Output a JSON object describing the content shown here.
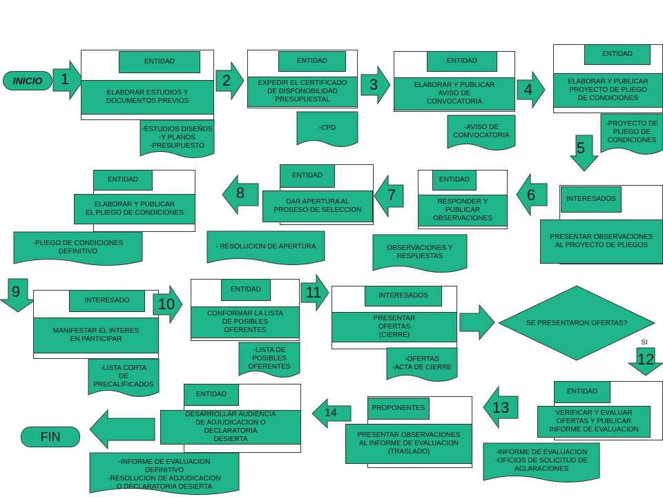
{
  "inicio": "INICIO",
  "fin": "FIN",
  "steps": [
    "1",
    "2",
    "3",
    "4",
    "5",
    "6",
    "7",
    "8",
    "9",
    "10",
    "11",
    "12",
    "13",
    "14"
  ],
  "s1": {
    "actor": "ENTIDAD",
    "action": "ELABORAR ESTUDIOS Y\nDOCUMENTOS PREVIOS",
    "doc": "-ESTUDIOS DISEÑOS\n-Y PLANOS\n-PRESUPUESTO"
  },
  "s2": {
    "actor": "ENTIDAD",
    "action": "EXPEDIR EL CERTIFICADO\nDE DISPONOBILIDAD\nPRESUPUESTAL",
    "doc": "-CPD"
  },
  "s3": {
    "actor": "ENTIDAD",
    "action": "ELABORAR Y PUBLICAR\nAVISO DE\nCONVOCATORIA",
    "doc": "-AVISO DE\nCOMVOCATORIA"
  },
  "s4": {
    "actor": "ENTIDAD",
    "action": "ELABORAR Y PUBLICAR\nPROYECTO  DE PLIEGO\nDE CONDICIONES",
    "doc": "-PROYECTO  DE\nPLIEGO DE\nCONDICIONES"
  },
  "s5": {
    "actor": "INTERESADOS",
    "action": "PRESENTAR OBSERVACIONES\nAL PROYECTO  DE PLIEGOS"
  },
  "s6": {
    "actor": "ENTIDAD",
    "action": "RESPONDER Y\nPUBLICAR\nOBSERVACIONES",
    "doc": "OBSERVACIONES Y\nRESPUESTAS"
  },
  "s7": {
    "actor": "ENTIDAD",
    "action": "DAR APERTURA AL\nPROSESO DE SELECCION",
    "doc": "- RESOLUCION DE APERTURA"
  },
  "s8": {
    "actor": "ENTIDAD",
    "action": "ELABORAR Y PUBLICAR\nEL PLIEGO DE CONDICIONES",
    "doc": "-PLIEGO DE CONDICIONES\nDEFINITIVO"
  },
  "s9": {
    "actor": "INTERESADO",
    "action": "MANIFESTAR EL INTERES\nEN PARTICIPAR",
    "doc": "-LISTA CORTA\nDE\nPRECALIFICADOS"
  },
  "s10": {
    "actor": "ENTIDAD",
    "action": "CONFORMAR  LA LISTA\nDE POSIBLES\nOFERENTES",
    "doc": "-LISTA DE\nPOSIBLES\nOFERENTES"
  },
  "s11": {
    "actor": "INTERESADOS",
    "action": "PRESENTAR\nOFERTAS\n(CIERRE)",
    "doc": "-OFERTAS\n-ACTA DE CIERRE"
  },
  "decision": {
    "question": "SE PRESENTARON OFERTAS?",
    "yes": "SI"
  },
  "s12": {
    "actor": "ENTIDAD",
    "action": "VERIFICAR Y EVALUAR\nOFERTAS Y PUBLICAR\nINFORME DE EVALUACION",
    "doc": "-INFORME DE EVALUACION\n-OFICIOS DE SOLICITUD DE\nACLARACIONES"
  },
  "s13": {
    "actor": "PROPONENTES",
    "action": "PRESENTAR OBSERVACIONES\nAL INFORME DE EVALUACION\n(TRASLADO)"
  },
  "s14": {
    "actor": "ENTIDAD",
    "action": "DESARROLLAR AUDIENCIA\nDE ADJUDICACION O\nDECLARATORIA\nDESIERTA",
    "doc": "-INFORME  DE EVALUACION\nDEFINITIVO\n-RESOLUCION DE ADJUDICACION\nO DECLARATORIA DESIERTA"
  },
  "colors": {
    "fill": "#1fb58a",
    "stroke": "#333333",
    "terminal": "#1fb58a"
  }
}
